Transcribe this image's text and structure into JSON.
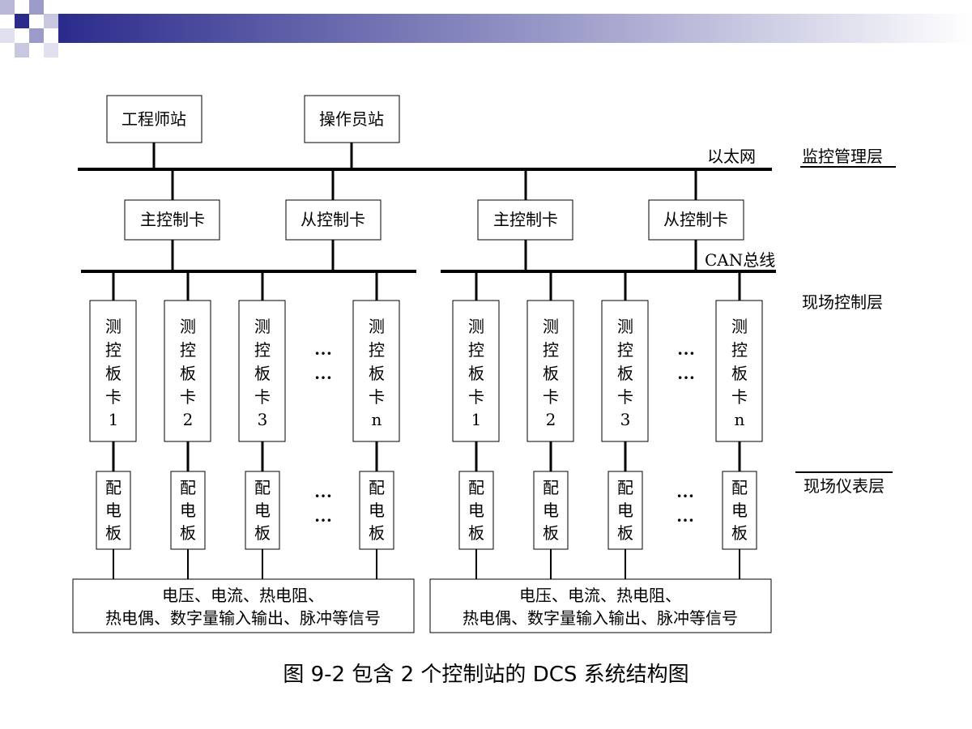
{
  "header_colors": {
    "dark": "#2b2b8c",
    "light": "#ffffff",
    "accent": "#9b9bc9"
  },
  "top_nodes": {
    "engineer_station": "工程师站",
    "operator_station": "操作员站"
  },
  "ethernet_label": "以太网",
  "can_label": "CAN总线",
  "layers": {
    "supervisory": "监控管理层",
    "field_control": "现场控制层",
    "field_instrument": "现场仪表层"
  },
  "stations": [
    {
      "master_card": "主控制卡",
      "slave_card": "从控制卡",
      "boards": [
        {
          "chars": [
            "测",
            "控",
            "板",
            "卡",
            "1"
          ]
        },
        {
          "chars": [
            "测",
            "控",
            "板",
            "卡",
            "2"
          ]
        },
        {
          "chars": [
            "测",
            "控",
            "板",
            "卡",
            "3"
          ]
        },
        {
          "chars": [
            "测",
            "控",
            "板",
            "卡",
            "n"
          ]
        }
      ],
      "wiring": [
        "配",
        "电",
        "板"
      ],
      "signals_line1": "电压、电流、热电阻、",
      "signals_line2": "热电偶、数字量输入输出、脉冲等信号"
    },
    {
      "master_card": "主控制卡",
      "slave_card": "从控制卡",
      "boards": [
        {
          "chars": [
            "测",
            "控",
            "板",
            "卡",
            "1"
          ]
        },
        {
          "chars": [
            "测",
            "控",
            "板",
            "卡",
            "2"
          ]
        },
        {
          "chars": [
            "测",
            "控",
            "板",
            "卡",
            "3"
          ]
        },
        {
          "chars": [
            "测",
            "控",
            "板",
            "卡",
            "n"
          ]
        }
      ],
      "wiring": [
        "配",
        "电",
        "板"
      ],
      "signals_line1": "电压、电流、热电阻、",
      "signals_line2": "热电偶、数字量输入输出、脉冲等信号"
    }
  ],
  "ellipsis": "…",
  "caption": "图 9-2   包含 2 个控制站的 DCS 系统结构图"
}
